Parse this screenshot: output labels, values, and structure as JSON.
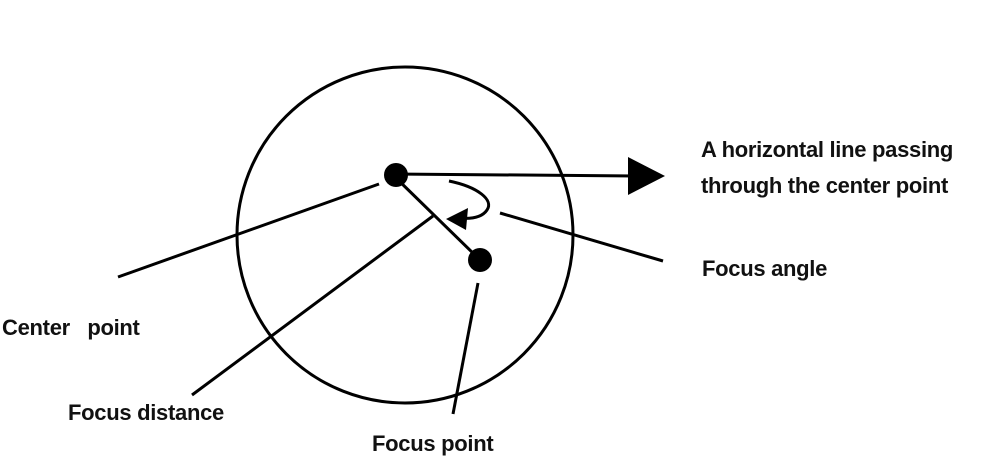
{
  "labels": {
    "horizontal_line_1": "A horizontal line passing",
    "horizontal_line_2": "through the center point",
    "focus_angle": "Focus angle",
    "center_point": "Center   point",
    "focus_distance": "Focus distance",
    "focus_point": "Focus point"
  }
}
